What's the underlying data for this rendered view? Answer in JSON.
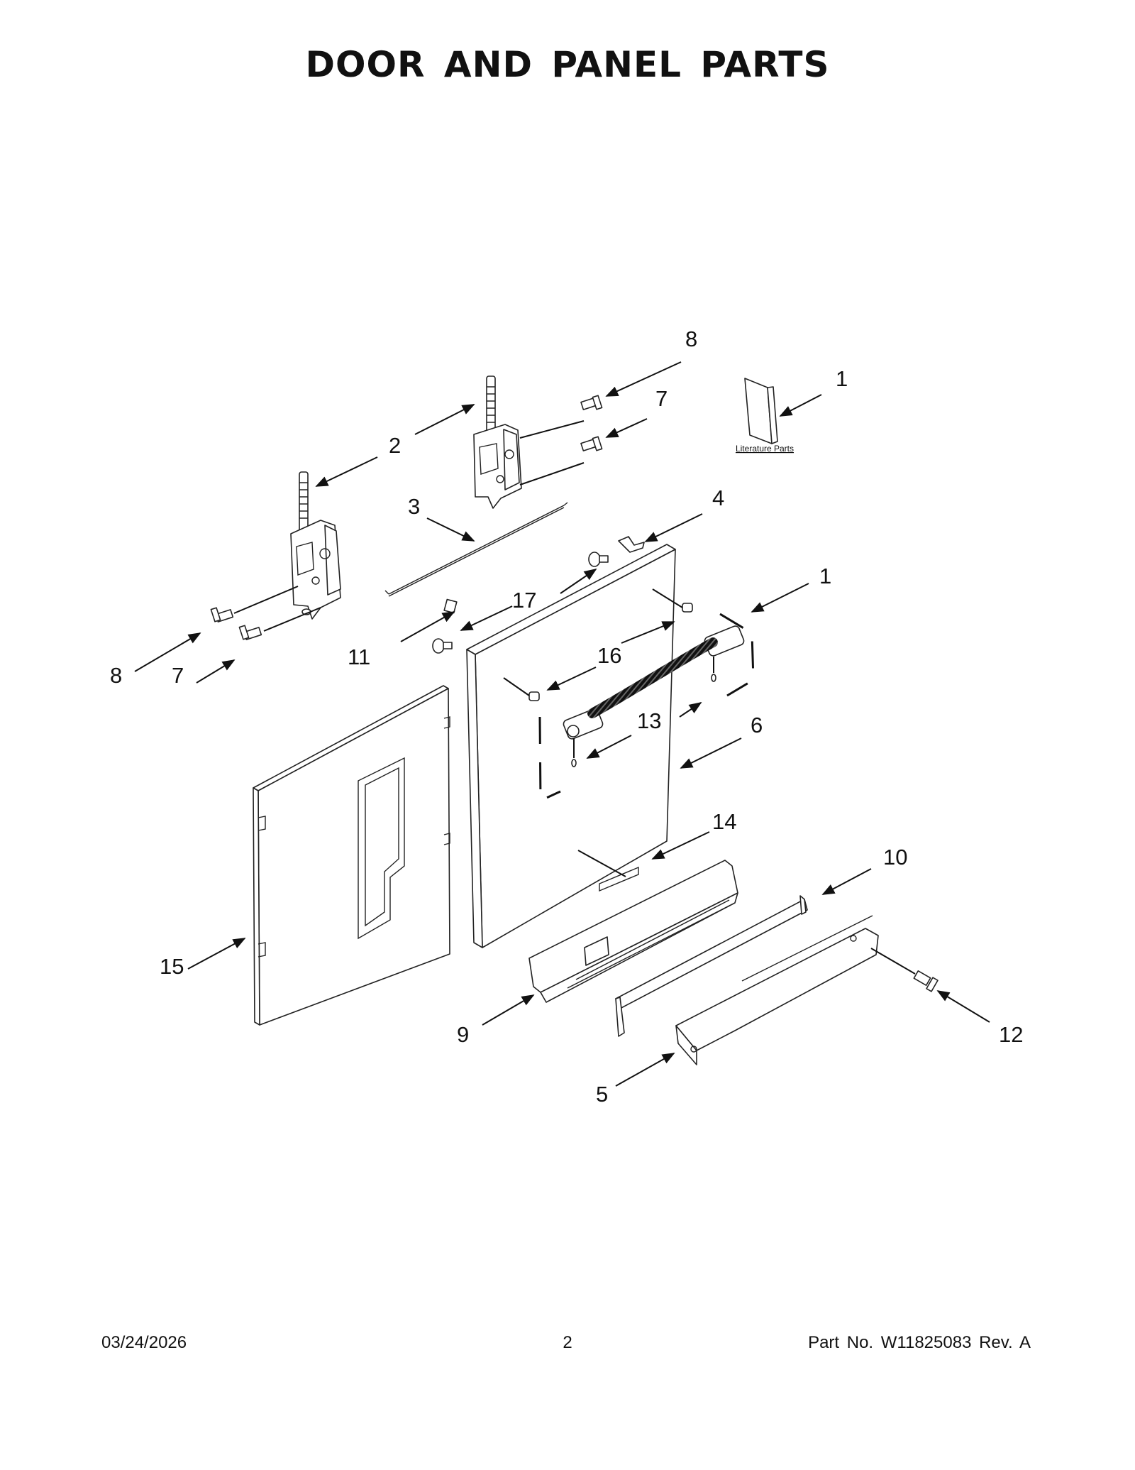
{
  "page": {
    "title": "DOOR AND PANEL PARTS"
  },
  "footer": {
    "date": "03/24/2026",
    "page_number": "2",
    "part_number": "Part No.  W11825083  Rev.  A"
  },
  "diagram": {
    "literature_label": "Literature Parts",
    "callouts": [
      "1",
      "1",
      "2",
      "3",
      "4",
      "5",
      "6",
      "7",
      "7",
      "8",
      "8",
      "9",
      "10",
      "11",
      "12",
      "13",
      "14",
      "15",
      "16",
      "17"
    ]
  }
}
